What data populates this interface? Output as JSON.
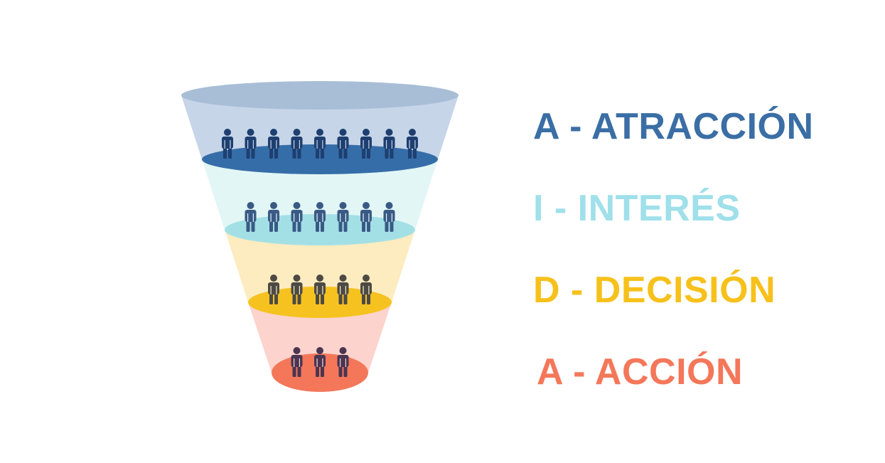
{
  "stages": [
    {
      "label": "A - ATRACCIÓN",
      "people": 9,
      "text_color": "#3a6ea5",
      "band_color": "#c6d5e8",
      "disc_color": "#356da8",
      "figure_color": "#1e3f70"
    },
    {
      "label": "I - INTERÉS",
      "people": 7,
      "text_color": "#9fe0ea",
      "band_color": "#e2f6f5",
      "disc_color": "#a3e0e6",
      "figure_color": "#3a5a85"
    },
    {
      "label": "D - DECISIÓN",
      "people": 5,
      "text_color": "#f7c11c",
      "band_color": "#fdecc0",
      "disc_color": "#f6c21f",
      "figure_color": "#4d4a45"
    },
    {
      "label": "A - ACCIÓN",
      "people": 3,
      "text_color": "#f4775a",
      "band_color": "#fdd3cd",
      "disc_color": "#f4775a",
      "figure_color": "#4a3552"
    }
  ],
  "rim_color": "#a8bed6"
}
